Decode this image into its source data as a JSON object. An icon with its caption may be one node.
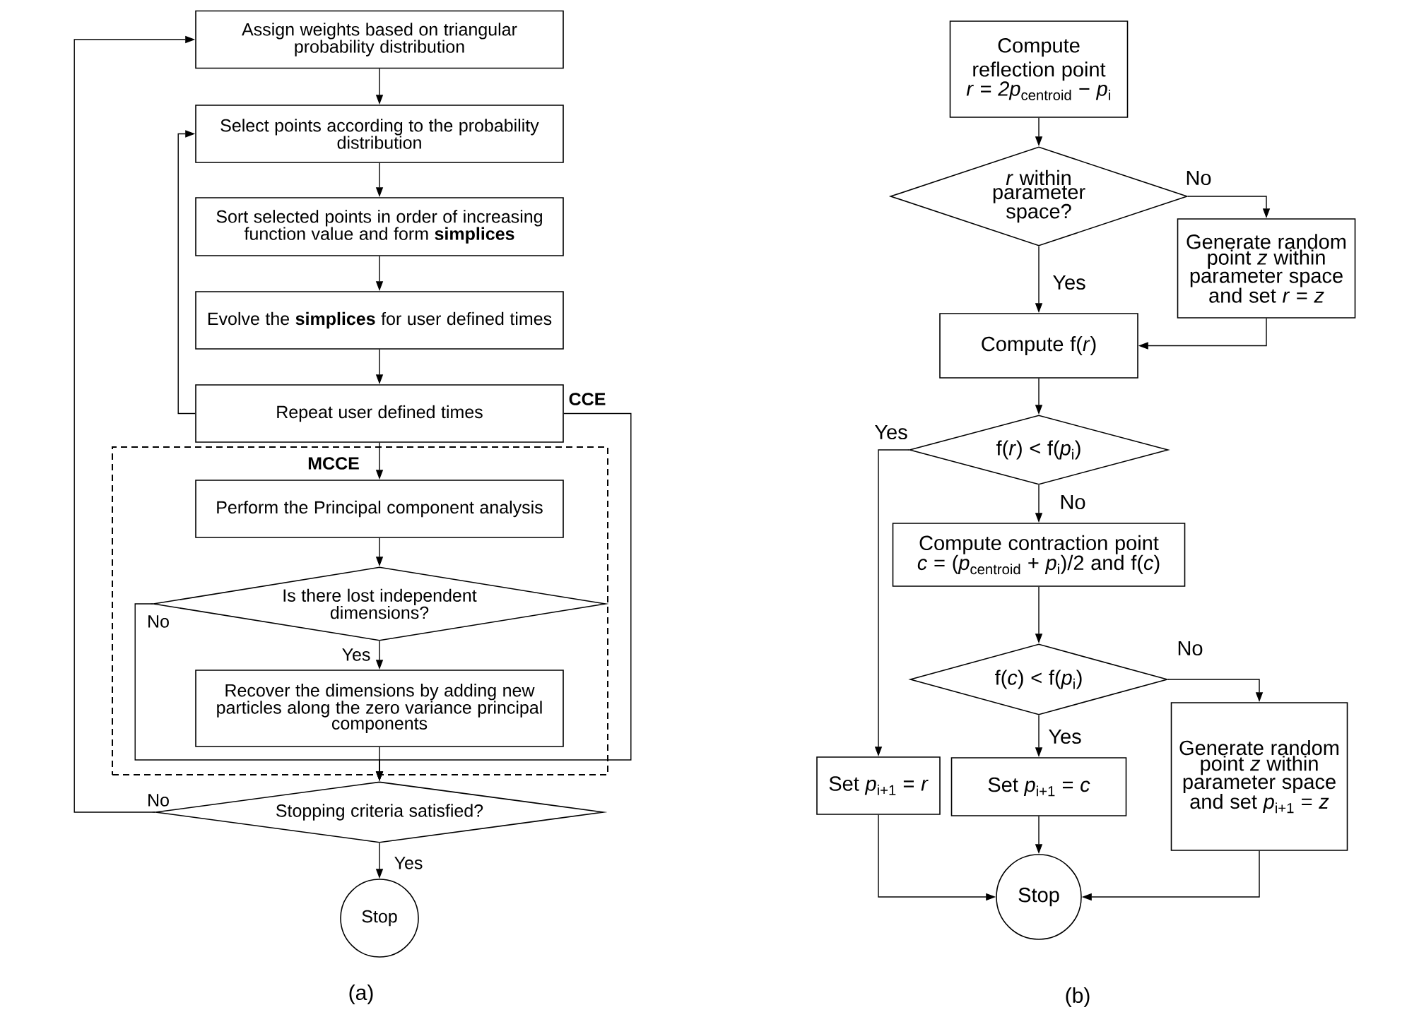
{
  "diagram": {
    "nodes": [
      {
        "text": [
          "Assign weights based on triangular probability distribution"
        ]
      },
      {
        "text": [
          "Select points according to the probability distribution"
        ]
      },
      {
        "text": [
          "Sort selected points in order of increasing function value and form **simplices**"
        ]
      },
      {
        "text": [
          "Evolve the **simplices** for user defined times"
        ]
      },
      {
        "text": [
          "Repeat user defined times"
        ]
      },
      {
        "text": [
          "MCCE"
        ]
      },
      {
        "text": [
          "Perform the Principal component analysis"
        ],
        "in": 5
      },
      {
        "text": [
          "Is there lost independent dimensions?"
        ],
        "in": 5
      },
      {
        "text": [
          "Recover the dimensions by adding new particles along the zero variance principal components"
        ],
        "in": 5
      },
      {
        "text": [
          "Stopping criteria satisfied?"
        ]
      },
      {
        "text": [
          "Stop"
        ]
      },
      {
        "text": [
          "Compute reflection point",
          "*r* = *2p*$_{centroid}$ − *p*$_{i}$"
        ]
      },
      {
        "text": [
          "*r* within parameter space?"
        ]
      },
      {
        "text": [
          "Generate random point *z* within parameter space and set *r* = *z*"
        ]
      },
      {
        "text": [
          "Compute f(*r*)"
        ]
      },
      {
        "text": [
          "f(*r*) < f(*p*$_{i}$)"
        ]
      },
      {
        "text": [
          "Compute contraction point",
          "*c* = (*p*$_{centroid}$ + *p*$_{i}$)/2 and f(*c*)"
        ]
      },
      {
        "text": [
          "f(*c*) < f(*p*$_{i}$)"
        ]
      },
      {
        "text": [
          "Set *p*$_{i+1}$ = *r*"
        ]
      },
      {
        "text": [
          "Set *p*$_{i+1}$ = *c*"
        ]
      },
      {
        "text": [
          "Generate random point *z* within parameter space and set *p*$_{i+1}$ = *z*"
        ]
      },
      {
        "text": [
          "Stop"
        ]
      }
    ],
    "edges": [
      {
        "from": 0,
        "to": 1,
        "arrow": "to"
      },
      {
        "from": 1,
        "to": 2,
        "arrow": "to"
      },
      {
        "from": 2,
        "to": 3,
        "arrow": "to"
      },
      {
        "from": 3,
        "to": 4,
        "arrow": "to"
      },
      {
        "from": 4,
        "to": 1,
        "arrow": "to"
      },
      {
        "from": 4,
        "to": 9,
        "arrow": "to",
        "label": "CCE"
      },
      {
        "from": 4,
        "to": 6,
        "arrow": "to"
      },
      {
        "from": 6,
        "to": 7,
        "arrow": "to"
      },
      {
        "from": 7,
        "to": 8,
        "arrow": "to",
        "label": "Yes"
      },
      {
        "from": 7,
        "to": 9,
        "arrow": "to",
        "label": "No"
      },
      {
        "from": 8,
        "to": 9,
        "arrow": "to"
      },
      {
        "from": 9,
        "to": 0,
        "arrow": "to",
        "label": "No"
      },
      {
        "from": 9,
        "to": 10,
        "arrow": "to",
        "label": "Yes"
      },
      {
        "from": 11,
        "to": 12,
        "arrow": "to"
      },
      {
        "from": 12,
        "to": 13,
        "arrow": "to",
        "label": "No"
      },
      {
        "from": 12,
        "to": 14,
        "arrow": "to",
        "label": "Yes"
      },
      {
        "from": 13,
        "to": 14,
        "arrow": "to"
      },
      {
        "from": 14,
        "to": 15,
        "arrow": "to"
      },
      {
        "from": 15,
        "to": 18,
        "arrow": "to",
        "label": "Yes"
      },
      {
        "from": 15,
        "to": 16,
        "arrow": "to",
        "label": "No"
      },
      {
        "from": 16,
        "to": 17,
        "arrow": "to"
      },
      {
        "from": 17,
        "to": 19,
        "arrow": "to",
        "label": "Yes"
      },
      {
        "from": 17,
        "to": 20,
        "arrow": "to",
        "label": "No"
      },
      {
        "from": 18,
        "to": 21,
        "arrow": "to"
      },
      {
        "from": 19,
        "to": 21,
        "arrow": "to"
      },
      {
        "from": 20,
        "to": 21,
        "arrow": "to"
      }
    ],
    "labels": [
      "(a)",
      "(b)"
    ]
  }
}
